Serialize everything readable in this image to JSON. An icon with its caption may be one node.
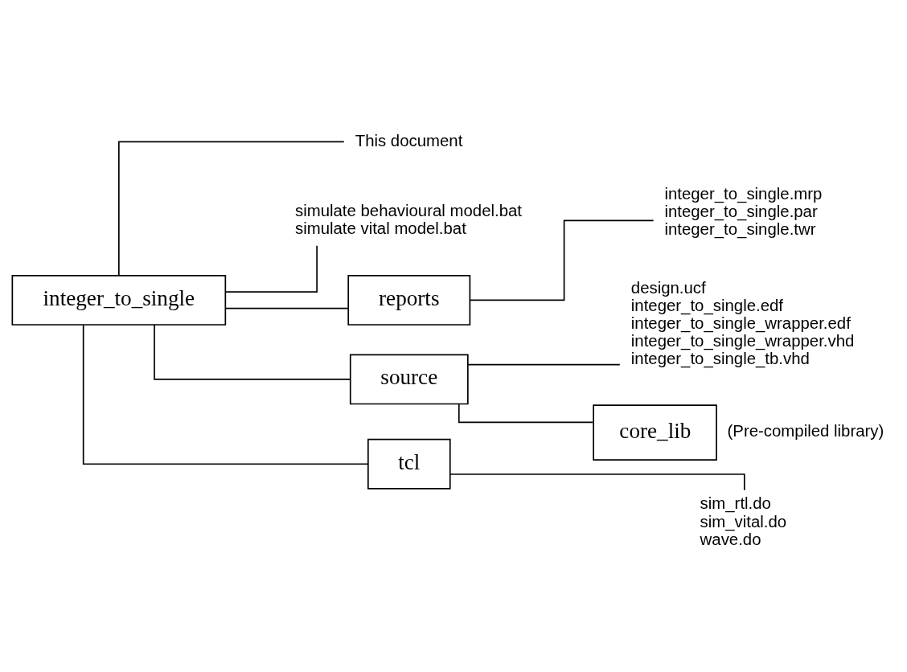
{
  "diagram": {
    "nodes": [
      {
        "text": [
          "integer_to_single"
        ]
      },
      {
        "text": [
          "This document"
        ]
      },
      {
        "text": [
          "simulate behavioural model.bat",
          "simulate vital model.bat"
        ]
      },
      {
        "text": [
          "reports"
        ]
      },
      {
        "text": [
          "integer_to_single.mrp",
          "integer_to_single.par",
          "integer_to_single.twr"
        ]
      },
      {
        "text": [
          "source"
        ]
      },
      {
        "text": [
          "design.ucf",
          "integer_to_single.edf",
          "integer_to_single_wrapper.edf",
          "integer_to_single_wrapper.vhd",
          "integer_to_single_tb.vhd"
        ]
      },
      {
        "text": [
          "core_lib"
        ],
        "beside": [
          "(Pre-compiled library)"
        ]
      },
      {
        "text": [
          "tcl"
        ]
      },
      {
        "text": [
          "sim_rtl.do",
          "sim_vital.do",
          "wave.do"
        ]
      }
    ],
    "edges": [
      {
        "from": 0,
        "to": 1,
        "arrow": "none"
      },
      {
        "from": 0,
        "to": 2,
        "arrow": "none"
      },
      {
        "from": 0,
        "to": 3,
        "arrow": "none"
      },
      {
        "from": 0,
        "to": 5,
        "arrow": "none"
      },
      {
        "from": 0,
        "to": 8,
        "arrow": "none"
      },
      {
        "from": 3,
        "to": 4,
        "arrow": "none"
      },
      {
        "from": 5,
        "to": 6,
        "arrow": "none"
      },
      {
        "from": 5,
        "to": 7,
        "arrow": "none"
      },
      {
        "from": 8,
        "to": 9,
        "arrow": "none"
      }
    ]
  }
}
